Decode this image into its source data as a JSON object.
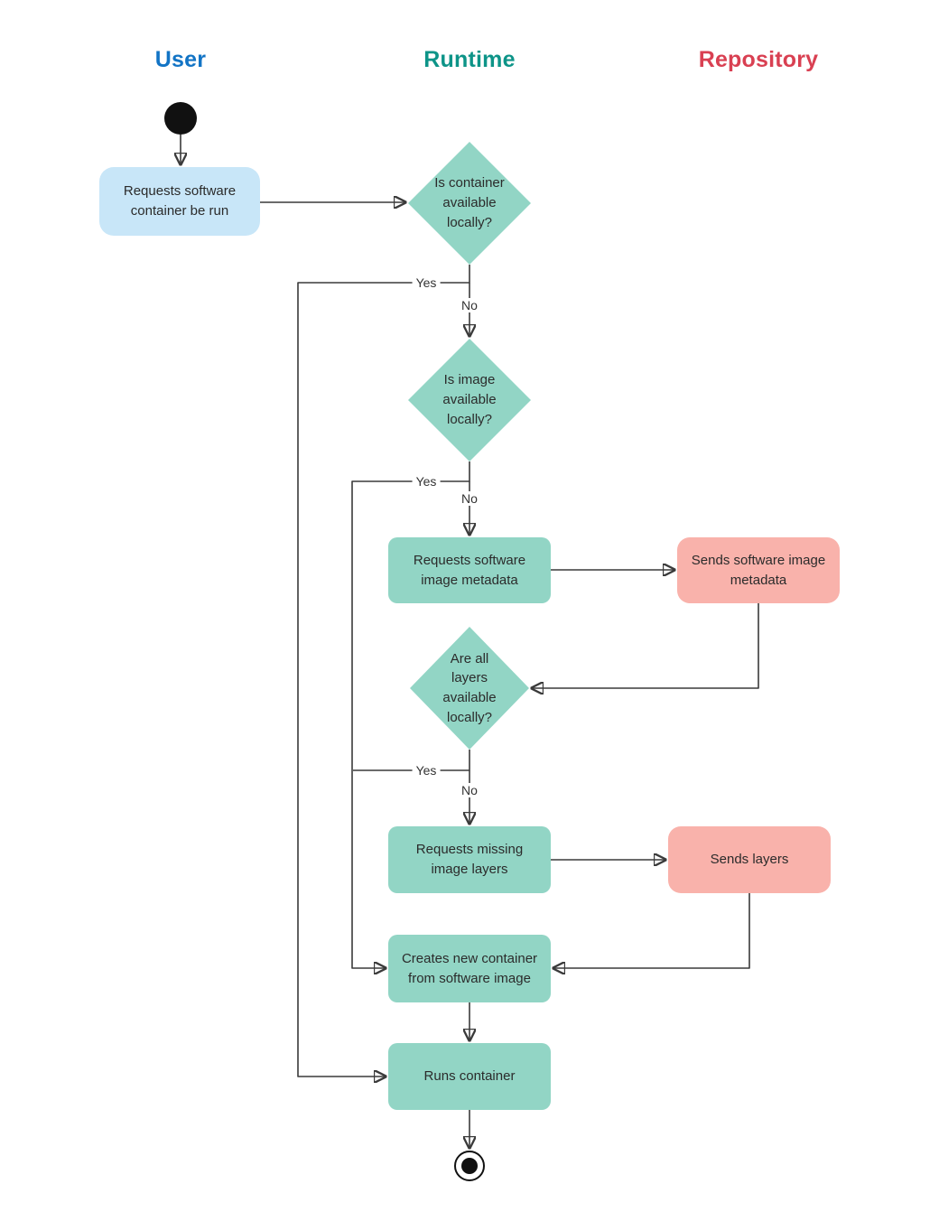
{
  "lanes": {
    "user": {
      "label": "User",
      "color": "#1274c5"
    },
    "runtime": {
      "label": "Runtime",
      "color": "#0d9488"
    },
    "repository": {
      "label": "Repository",
      "color": "#d94052"
    }
  },
  "nodes": {
    "request_container": {
      "lane": "user",
      "label": "Requests software container be run"
    },
    "is_container_available": {
      "lane": "runtime",
      "label": "Is container available locally?"
    },
    "is_image_available": {
      "lane": "runtime",
      "label": "Is image available locally?"
    },
    "requests_image_metadata": {
      "lane": "runtime",
      "label": "Requests software image metadata"
    },
    "sends_image_metadata": {
      "lane": "repository",
      "label": "Sends software image metadata"
    },
    "are_layers_available": {
      "lane": "runtime",
      "label": "Are all layers available locally?"
    },
    "requests_missing_layers": {
      "lane": "runtime",
      "label": "Requests missing image layers"
    },
    "sends_layers": {
      "lane": "repository",
      "label": "Sends layers"
    },
    "creates_new_container": {
      "lane": "runtime",
      "label": "Creates new container from software image"
    },
    "runs_container": {
      "lane": "runtime",
      "label": "Runs container"
    }
  },
  "edge_labels": {
    "container_yes": "Yes",
    "container_no": "No",
    "image_yes": "Yes",
    "image_no": "No",
    "layers_yes": "Yes",
    "layers_no": "No"
  },
  "colors": {
    "user-fill": "#c8e6f8",
    "runtime-fill": "#92d5c5",
    "repository-fill": "#f9b2ab",
    "line": "#3a3a3a",
    "text": "#2b2b2b"
  }
}
